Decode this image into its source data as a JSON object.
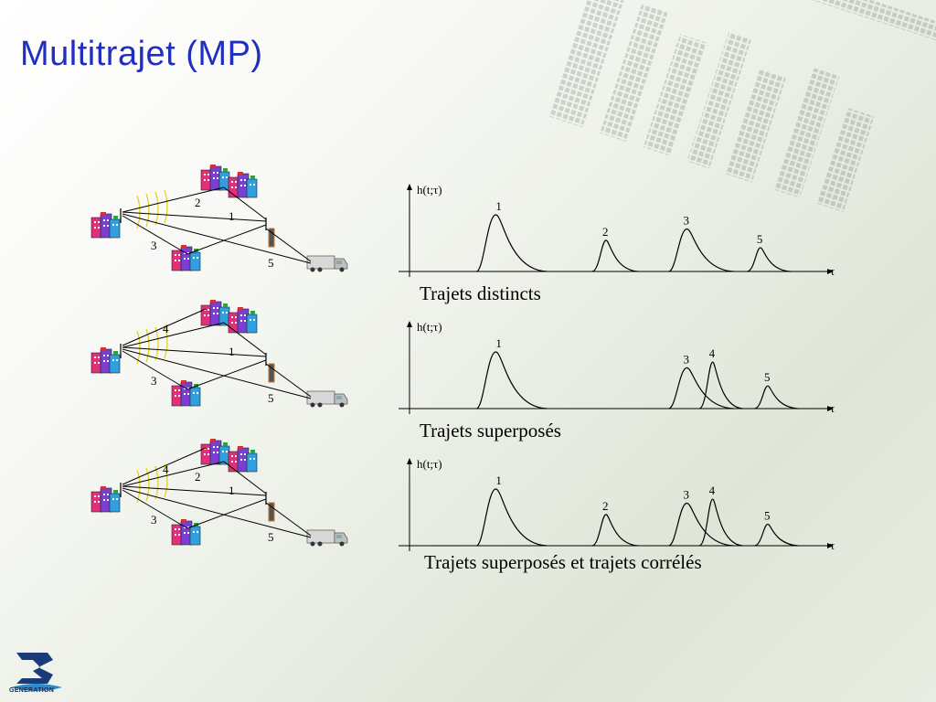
{
  "title": "Multitrajet (MP)",
  "panels": [
    {
      "caption": "Trajets distincts",
      "yaxis": "h(t;τ)",
      "xaxis": "τ",
      "path_labels": [
        "2",
        "1",
        "3",
        "5"
      ],
      "pulses": [
        {
          "label": "1",
          "pos": 0.21,
          "height": 1.0,
          "width": 1.0
        },
        {
          "label": "2",
          "pos": 0.51,
          "height": 0.55,
          "width": 0.55
        },
        {
          "label": "3",
          "pos": 0.73,
          "height": 0.75,
          "width": 0.9
        },
        {
          "label": "5",
          "pos": 0.93,
          "height": 0.42,
          "width": 0.5
        }
      ]
    },
    {
      "caption": "Trajets superposés",
      "yaxis": "h(t;τ)",
      "xaxis": "τ",
      "path_labels": [
        "4",
        "1",
        "3",
        "5"
      ],
      "pulses": [
        {
          "label": "1",
          "pos": 0.21,
          "height": 1.0,
          "width": 1.0
        },
        {
          "label": "3",
          "pos": 0.73,
          "height": 0.72,
          "width": 0.9
        },
        {
          "label": "4",
          "pos": 0.8,
          "height": 0.82,
          "width": 0.5
        },
        {
          "label": "5",
          "pos": 0.95,
          "height": 0.4,
          "width": 0.5
        }
      ]
    },
    {
      "caption": "Trajets superposés et trajets corrélés",
      "yaxis": "h(t;τ)",
      "xaxis": "τ",
      "path_labels": [
        "4",
        "2",
        "1",
        "3",
        "5"
      ],
      "pulses": [
        {
          "label": "1",
          "pos": 0.21,
          "height": 1.0,
          "width": 1.0
        },
        {
          "label": "2",
          "pos": 0.51,
          "height": 0.55,
          "width": 0.55
        },
        {
          "label": "3",
          "pos": 0.73,
          "height": 0.75,
          "width": 0.9
        },
        {
          "label": "4",
          "pos": 0.8,
          "height": 0.82,
          "width": 0.5
        },
        {
          "label": "5",
          "pos": 0.95,
          "height": 0.38,
          "width": 0.5
        }
      ]
    }
  ],
  "logo": {
    "text": "GENERATION"
  }
}
